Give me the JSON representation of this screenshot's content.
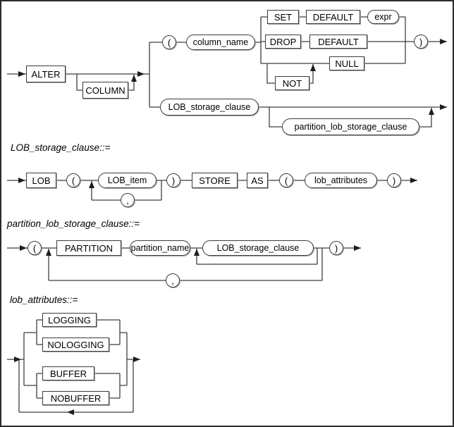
{
  "diagram_type": "railroad-syntax-diagram",
  "colors": {
    "line": "#3f3f3f",
    "arrow": "#1e1e1e",
    "text": "#000000",
    "background": "#ffffff",
    "border": "#2b2b2b"
  },
  "main": {
    "keywords": {
      "alter": "ALTER",
      "column": "COLUMN",
      "set": "SET",
      "default_set": "DEFAULT",
      "drop": "DROP",
      "default_drop": "DEFAULT",
      "not": "NOT",
      "null": "NULL"
    },
    "variables": {
      "column_name": "column_name",
      "expr": "expr",
      "lob_storage_clause": "LOB_storage_clause",
      "partition_lob_storage_clause": "partition_lob_storage_clause"
    },
    "punctuation": {
      "open": "(",
      "close": ")"
    }
  },
  "lob_storage_section": {
    "header": "LOB_storage_clause::=",
    "keywords": {
      "lob": "LOB",
      "store": "STORE",
      "as": "AS"
    },
    "variables": {
      "lob_item": "LOB_item",
      "lob_attributes": "lob_attributes"
    },
    "punctuation": {
      "open": "(",
      "close": ")",
      "comma": ","
    }
  },
  "partition_section": {
    "header": "partition_lob_storage_clause::=",
    "keywords": {
      "partition": "PARTITION"
    },
    "variables": {
      "partition_name": "partition_name",
      "lob_storage_clause": "LOB_storage_clause"
    },
    "punctuation": {
      "open": "(",
      "close": ")",
      "comma": ","
    }
  },
  "lob_attributes_section": {
    "header": "lob_attributes::=",
    "keywords": {
      "logging": "LOGGING",
      "nologging": "NOLOGGING",
      "buffer": "BUFFER",
      "nobuffer": "NOBUFFER"
    }
  }
}
